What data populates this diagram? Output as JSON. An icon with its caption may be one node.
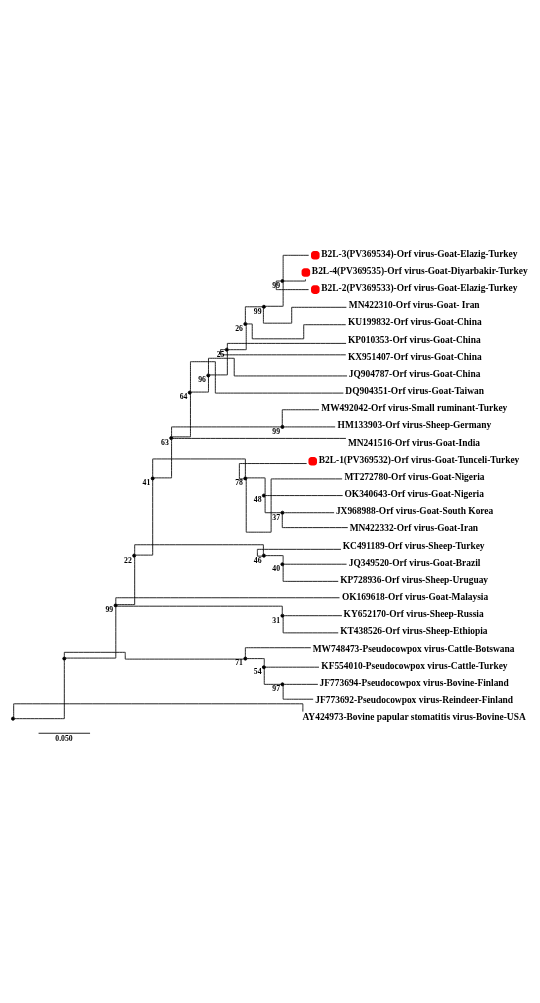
{
  "diagram": {
    "nodes": [
      {
        "text": [],
        "shape": "point"
      },
      {
        "text": [],
        "shape": "point"
      },
      {
        "text": [],
        "shape": "point",
        "beside": [
          "99"
        ]
      },
      {
        "text": [],
        "shape": "point",
        "beside": [
          "22"
        ]
      },
      {
        "text": [],
        "shape": "point",
        "beside": [
          "41"
        ]
      },
      {
        "text": [],
        "shape": "point",
        "beside": [
          "63"
        ]
      },
      {
        "text": [],
        "shape": "point",
        "beside": [
          "64"
        ]
      },
      {
        "text": [],
        "shape": "point",
        "beside": [
          "96"
        ]
      },
      {
        "text": [],
        "shape": "point",
        "beside": [
          "25"
        ]
      },
      {
        "text": [],
        "shape": "point",
        "beside": [
          "26"
        ]
      },
      {
        "text": [],
        "shape": "point",
        "beside": [
          "99"
        ]
      },
      {
        "text": [],
        "shape": "point",
        "beside": [
          "99"
        ]
      },
      {
        "text": [
          "B2L-3(PV369534)-Orf virus-Goat-Elazig-Turkey"
        ]
      },
      {
        "text": [
          "B2L-4(PV369535)-Orf virus-Goat-Diyarbakir-Turkey"
        ]
      },
      {
        "text": [
          "B2L-2(PV369533)-Orf virus-Goat-Elazig-Turkey"
        ]
      },
      {
        "text": [
          "MN422310-Orf virus-Goat- Iran"
        ]
      },
      {
        "text": [
          "KU199832-Orf virus-Goat-China"
        ]
      },
      {
        "text": [
          "KP010353-Orf virus-Goat-China"
        ]
      },
      {
        "text": [
          "KX951407-Orf virus-Goat-China"
        ]
      },
      {
        "text": [
          "JQ904787-Orf virus-Goat-China"
        ]
      },
      {
        "text": [
          "DQ904351-Orf virus-Goat-Taiwan"
        ]
      },
      {
        "text": [],
        "shape": "point",
        "beside": [
          "99"
        ]
      },
      {
        "text": [
          "MW492042-Orf virus-Small ruminant-Turkey"
        ]
      },
      {
        "text": [
          "HM133903-Orf virus-Sheep-Germany"
        ]
      },
      {
        "text": [
          "MN241516-Orf virus-Goat-India"
        ]
      },
      {
        "text": [],
        "shape": "point",
        "beside": [
          "78"
        ]
      },
      {
        "text": [
          "B2L-1(PV369532)-Orf virus-Goat-Tunceli-Turkey"
        ]
      },
      {
        "text": [
          "MT272780-Orf virus-Goat-Nigeria"
        ]
      },
      {
        "text": [],
        "shape": "point",
        "beside": [
          "48"
        ]
      },
      {
        "text": [
          "OK340643-Orf virus-Goat-Nigeria"
        ]
      },
      {
        "text": [],
        "shape": "point",
        "beside": [
          "37"
        ]
      },
      {
        "text": [
          "JX968988-Orf virus-Goat-South Korea"
        ]
      },
      {
        "text": [
          "MN422332-Orf virus-Goat-Iran"
        ]
      },
      {
        "text": [],
        "shape": "point",
        "beside": [
          "46"
        ]
      },
      {
        "text": [
          "KC491189-Orf virus-Sheep-Turkey"
        ]
      },
      {
        "text": [],
        "shape": "point",
        "beside": [
          "40"
        ]
      },
      {
        "text": [
          "JQ349520-Orf virus-Goat-Brazil"
        ]
      },
      {
        "text": [
          "KP728936-Orf virus-Sheep-Uruguay"
        ]
      },
      {
        "text": [
          "OK169618-Orf virus-Goat-Malaysia"
        ]
      },
      {
        "text": [],
        "shape": "point",
        "beside": [
          "31"
        ]
      },
      {
        "text": [
          "KY652170-Orf virus-Sheep-Russia"
        ]
      },
      {
        "text": [
          "KT438526-Orf virus-Sheep-Ethiopia"
        ]
      },
      {
        "text": [],
        "shape": "point",
        "beside": [
          "71"
        ]
      },
      {
        "text": [
          "MW748473-Pseudocowpox virus-Cattle-Botswana"
        ]
      },
      {
        "text": [],
        "shape": "point",
        "beside": [
          "54"
        ]
      },
      {
        "text": [
          "KF554010-Pseudocowpox virus-Cattle-Turkey"
        ]
      },
      {
        "text": [],
        "shape": "point",
        "beside": [
          "97"
        ]
      },
      {
        "text": [
          "JF773694-Pseudocowpox virus-Bovine-Finland"
        ]
      },
      {
        "text": [
          "JF773692-Pseudocowpox virus-Reindeer-Finland"
        ]
      },
      {
        "text": [
          "AY424973-Bovine papular stomatitis virus-Bovine-USA"
        ]
      }
    ],
    "edges": [
      {
        "from": 0,
        "to": 1,
        "arrow": "none"
      },
      {
        "from": 0,
        "to": 49,
        "arrow": "none"
      },
      {
        "from": 1,
        "to": 2,
        "arrow": "none"
      },
      {
        "from": 1,
        "to": 42,
        "arrow": "none"
      },
      {
        "from": 2,
        "to": 3,
        "arrow": "none"
      },
      {
        "from": 2,
        "to": 38,
        "arrow": "none"
      },
      {
        "from": 2,
        "to": 39,
        "arrow": "none"
      },
      {
        "from": 3,
        "to": 4,
        "arrow": "none"
      },
      {
        "from": 3,
        "to": 33,
        "arrow": "none"
      },
      {
        "from": 4,
        "to": 5,
        "arrow": "none"
      },
      {
        "from": 4,
        "to": 25,
        "arrow": "none"
      },
      {
        "from": 5,
        "to": 6,
        "arrow": "none"
      },
      {
        "from": 5,
        "to": 21,
        "arrow": "none"
      },
      {
        "from": 5,
        "to": 24,
        "arrow": "none"
      },
      {
        "from": 6,
        "to": 7,
        "arrow": "none"
      },
      {
        "from": 6,
        "to": 20,
        "arrow": "none"
      },
      {
        "from": 7,
        "to": 8,
        "arrow": "none"
      },
      {
        "from": 7,
        "to": 19,
        "arrow": "none"
      },
      {
        "from": 8,
        "to": 9,
        "arrow": "none"
      },
      {
        "from": 8,
        "to": 17,
        "arrow": "none"
      },
      {
        "from": 8,
        "to": 18,
        "arrow": "none"
      },
      {
        "from": 9,
        "to": 10,
        "arrow": "none"
      },
      {
        "from": 9,
        "to": 16,
        "arrow": "none"
      },
      {
        "from": 10,
        "to": 11,
        "arrow": "none"
      },
      {
        "from": 10,
        "to": 15,
        "arrow": "none"
      },
      {
        "from": 11,
        "to": 12,
        "arrow": "none"
      },
      {
        "from": 11,
        "to": 13,
        "arrow": "none"
      },
      {
        "from": 11,
        "to": 14,
        "arrow": "none"
      },
      {
        "from": 21,
        "to": 22,
        "arrow": "none"
      },
      {
        "from": 21,
        "to": 23,
        "arrow": "none"
      },
      {
        "from": 25,
        "to": 26,
        "arrow": "none"
      },
      {
        "from": 25,
        "to": 27,
        "arrow": "none"
      },
      {
        "from": 25,
        "to": 28,
        "arrow": "none"
      },
      {
        "from": 28,
        "to": 29,
        "arrow": "none"
      },
      {
        "from": 28,
        "to": 30,
        "arrow": "none"
      },
      {
        "from": 30,
        "to": 31,
        "arrow": "none"
      },
      {
        "from": 30,
        "to": 32,
        "arrow": "none"
      },
      {
        "from": 33,
        "to": 34,
        "arrow": "none"
      },
      {
        "from": 33,
        "to": 35,
        "arrow": "none"
      },
      {
        "from": 35,
        "to": 36,
        "arrow": "none"
      },
      {
        "from": 35,
        "to": 37,
        "arrow": "none"
      },
      {
        "from": 39,
        "to": 40,
        "arrow": "none"
      },
      {
        "from": 39,
        "to": 41,
        "arrow": "none"
      },
      {
        "from": 42,
        "to": 43,
        "arrow": "none"
      },
      {
        "from": 42,
        "to": 44,
        "arrow": "none"
      },
      {
        "from": 44,
        "to": 45,
        "arrow": "none"
      },
      {
        "from": 44,
        "to": 46,
        "arrow": "none"
      },
      {
        "from": 46,
        "to": 47,
        "arrow": "none"
      },
      {
        "from": 46,
        "to": 48,
        "arrow": "none"
      }
    ],
    "labels": [
      "0.050"
    ]
  }
}
